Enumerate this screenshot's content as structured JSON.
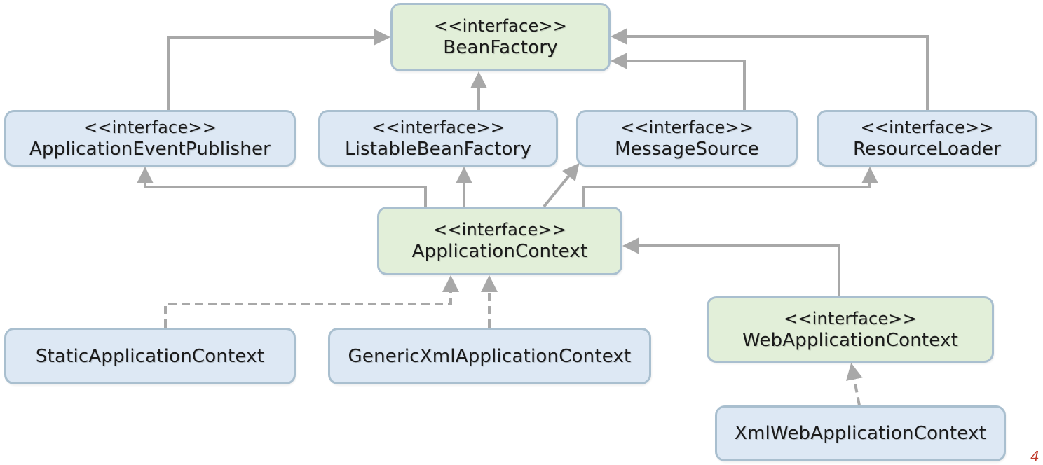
{
  "nodes": {
    "bean_factory": {
      "stereotype": "<<interface>>",
      "name": "BeanFactory"
    },
    "application_event_publisher": {
      "stereotype": "<<interface>>",
      "name": "ApplicationEventPublisher"
    },
    "listable_bean_factory": {
      "stereotype": "<<interface>>",
      "name": "ListableBeanFactory"
    },
    "message_source": {
      "stereotype": "<<interface>>",
      "name": "MessageSource"
    },
    "resource_loader": {
      "stereotype": "<<interface>>",
      "name": "ResourceLoader"
    },
    "application_context": {
      "stereotype": "<<interface>>",
      "name": "ApplicationContext"
    },
    "web_application_context": {
      "stereotype": "<<interface>>",
      "name": "WebApplicationContext"
    },
    "static_application_context": {
      "name": "StaticApplicationContext"
    },
    "generic_xml_application_context": {
      "name": "GenericXmlApplicationContext"
    },
    "xml_web_application_context": {
      "name": "XmlWebApplicationContext"
    }
  },
  "edges": [
    {
      "from": "application_event_publisher",
      "to": "bean_factory",
      "style": "solid"
    },
    {
      "from": "listable_bean_factory",
      "to": "bean_factory",
      "style": "solid"
    },
    {
      "from": "message_source",
      "to": "bean_factory",
      "style": "solid"
    },
    {
      "from": "resource_loader",
      "to": "bean_factory",
      "style": "solid"
    },
    {
      "from": "application_context",
      "to": "application_event_publisher",
      "style": "solid"
    },
    {
      "from": "application_context",
      "to": "listable_bean_factory",
      "style": "solid"
    },
    {
      "from": "application_context",
      "to": "message_source",
      "style": "solid"
    },
    {
      "from": "application_context",
      "to": "resource_loader",
      "style": "solid"
    },
    {
      "from": "web_application_context",
      "to": "application_context",
      "style": "solid"
    },
    {
      "from": "static_application_context",
      "to": "application_context",
      "style": "dashed"
    },
    {
      "from": "generic_xml_application_context",
      "to": "application_context",
      "style": "dashed"
    },
    {
      "from": "xml_web_application_context",
      "to": "web_application_context",
      "style": "dashed"
    }
  ],
  "colors": {
    "interface_fill": "#e2efd9",
    "interface_fill_alt": "#dde8f4",
    "box_border": "#a9bfcf",
    "arrow": "#a8a8a8",
    "page_number": "#c0392b"
  },
  "page_number": "4"
}
